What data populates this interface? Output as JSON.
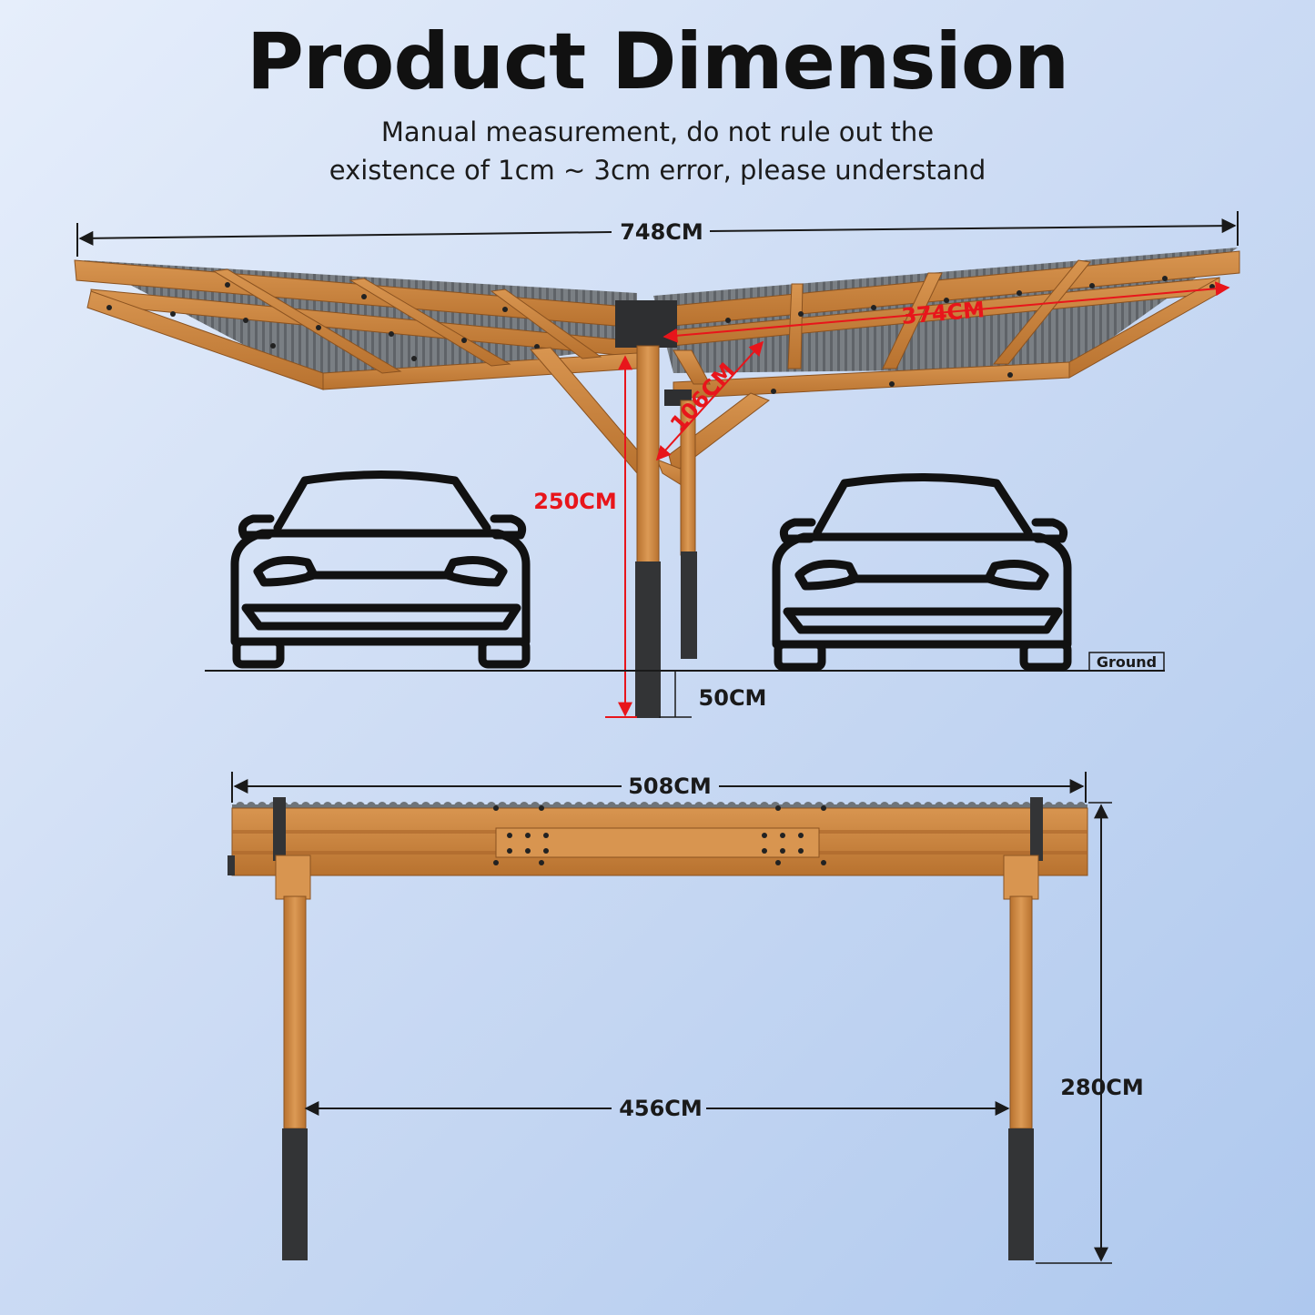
{
  "header": {
    "title": "Product Dimension",
    "subtitle_line1": "Manual measurement, do not rule out the",
    "subtitle_line2": "existence of 1cm ~ 3cm error, please understand"
  },
  "front_view": {
    "total_width": "748CM",
    "side_length": "374CM",
    "brace_length": "106CM",
    "post_height": "250CM",
    "post_depth": "50CM",
    "ground_label": "Ground"
  },
  "side_view": {
    "roof_length": "508CM",
    "post_spacing": "456CM",
    "total_height": "280CM"
  },
  "colors": {
    "wood": "#c9823f",
    "wood_dark": "#a9642a",
    "roof": "#6f7479",
    "steel": "#3a3b3d",
    "red_dimension": "#e8151b"
  }
}
